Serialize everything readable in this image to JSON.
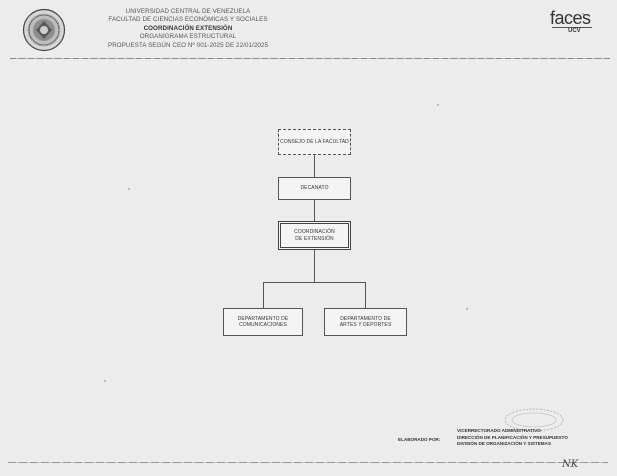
{
  "header": {
    "line1": "UNIVERSIDAD CENTRAL DE VENEZUELA",
    "line2": "FACULTAD DE CIENCIAS ECONÓMICAS Y SOCIALES",
    "line3": "COORDINACIÓN EXTENSIÓN",
    "line4": "ORGANIGRAMA ESTRUCTURAL",
    "line5": "PROPUESTA SEGÚN CEO Nº 001-2025 DE 22/01/2025",
    "logo_main": "faces",
    "logo_sub": "UCV"
  },
  "org_chart": {
    "consejo": "CONSEJO DE LA FACULTAD",
    "decanato": "DECANATO",
    "coordinacion": "COORDINACIÓN DE EXTENSIÓN",
    "dept_left": "DEPARTAMENTO DE COMUNICACIONES",
    "dept_right": "DEPARTAMENTO DE ARTES Y DEPORTES"
  },
  "footer": {
    "label": "ELABORADO POR:",
    "line1": "VICERRECTORADO ADMINISTRATIVO",
    "line2": "DIRECCIÓN DE PLANIFICACIÓN Y PRESUPUESTO",
    "line3": "DIVISIÓN DE ORGANIZACIÓN Y SISTEMAS"
  },
  "initials": "NK"
}
